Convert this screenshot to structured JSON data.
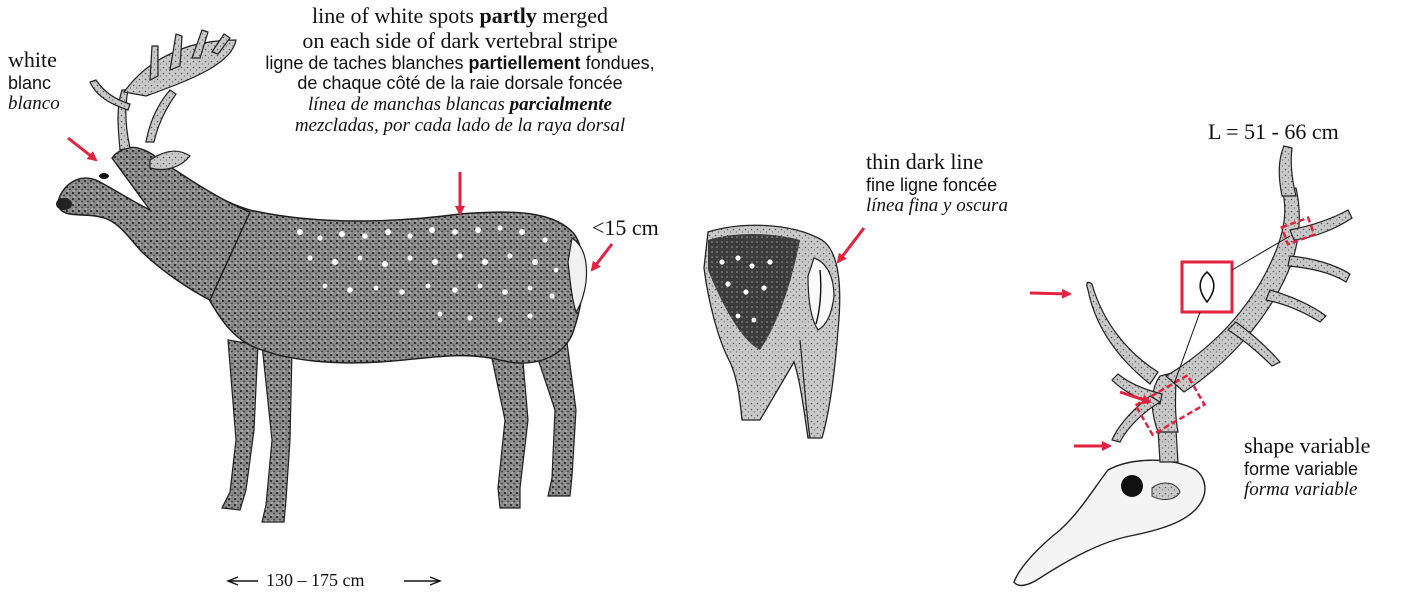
{
  "colors": {
    "accent": "#e2223f",
    "ink": "#1a1a1a",
    "paper": "#ffffff"
  },
  "labels": {
    "white": {
      "en": "white",
      "fr": "blanc",
      "es": "blanco"
    },
    "spots": {
      "en1_a": "line of white spots ",
      "en1_b": "partly",
      "en1_c": " merged",
      "en2": "on each side of dark vertebral stripe",
      "fr1_a": "ligne de taches blanches ",
      "fr1_b": "partiellement",
      "fr1_c": " fondues,",
      "fr2": "de chaque côté de la raie dorsale foncée",
      "es1_a": "línea de manchas blancas ",
      "es1_b": "parcialmente",
      "es2": "mezcladas, por cada lado de la raya dorsal"
    },
    "tail_length": "<15 cm",
    "thin_line": {
      "en": "thin dark line",
      "fr": "fine ligne foncée",
      "es": "línea fina y oscura"
    },
    "antler_length": "L = 51 - 66 cm",
    "shape": {
      "en": "shape variable",
      "fr": "forme variable",
      "es": "forma variable"
    },
    "body_length": "130 – 175 cm"
  },
  "figures": [
    "fallow-deer-body",
    "rump-detail",
    "antler-skull"
  ]
}
